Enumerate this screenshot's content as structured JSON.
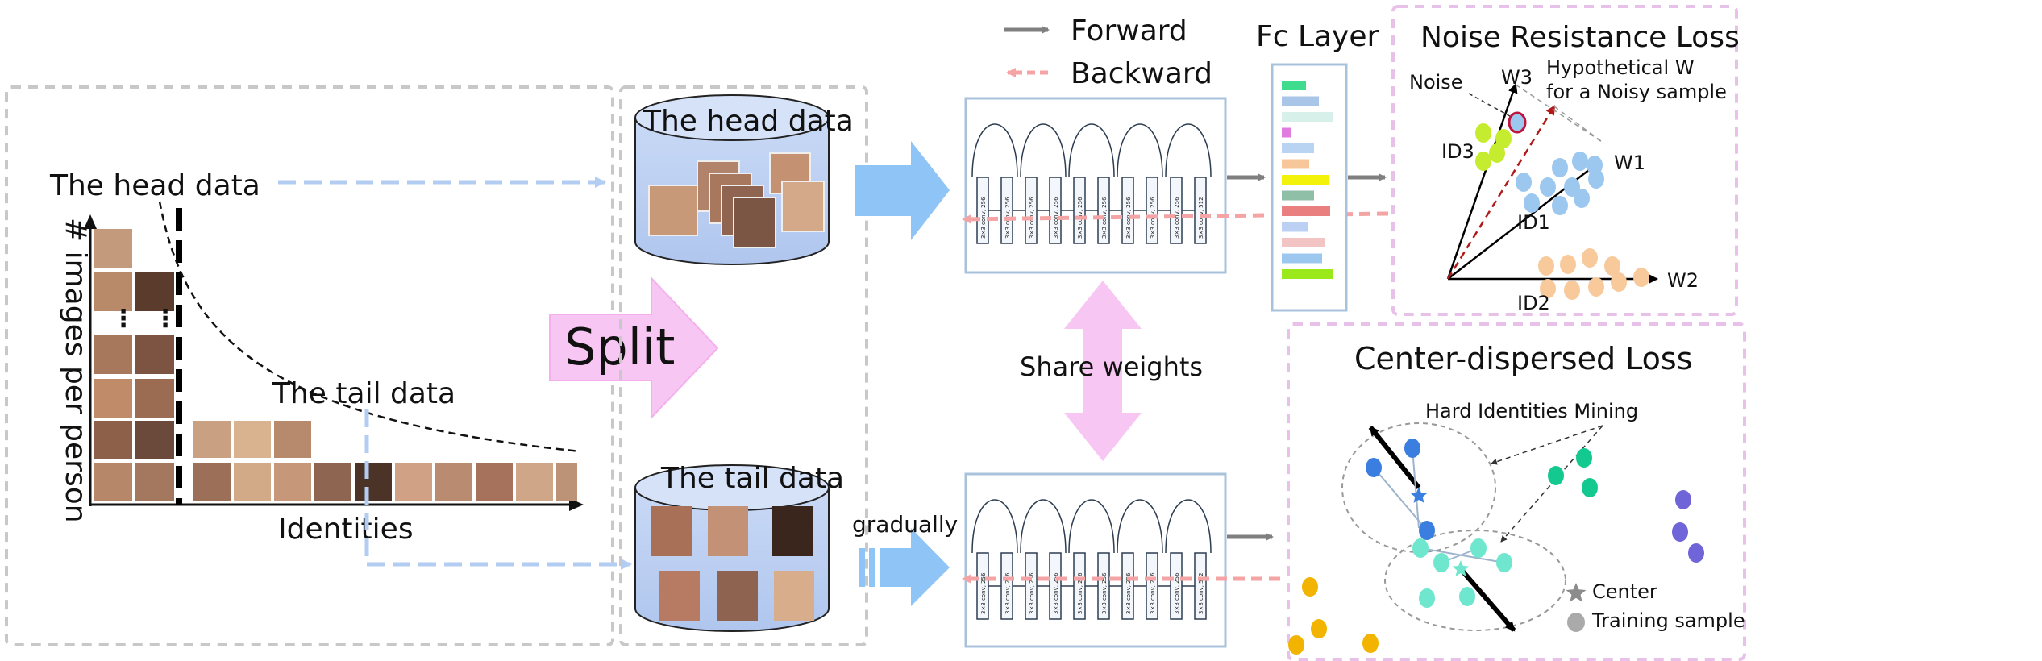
{
  "legend": {
    "forward": "Forward",
    "backward": "Backward"
  },
  "fc_layer": {
    "title": "Fc Layer"
  },
  "long_tail": {
    "head_label": "The head data",
    "tail_label": "The tail data",
    "y_axis": "# images per person",
    "x_axis": "Identities"
  },
  "split_label": "Split",
  "head_db": {
    "label": "The head data"
  },
  "tail_db": {
    "label": "The tail data"
  },
  "gradually": "gradually",
  "share_weights": "Share weights",
  "conv_block_label": "3×3 conv, 256",
  "conv_block_last_label": "3×3 conv, 512",
  "noise_panel": {
    "title": "Noise Resistance Loss",
    "noise": "Noise",
    "w3": "W3",
    "hypothetical_line1": "Hypothetical W",
    "hypothetical_line2": "for a Noisy sample",
    "id3": "ID3",
    "id1": "ID1",
    "w1": "W1",
    "id2": "ID2",
    "w2": "W2",
    "colors": {
      "id1": "#9cc7ef",
      "id2": "#f8c99b",
      "id3": "#c6ec2f",
      "noise_ring": "#c0143c"
    }
  },
  "center_panel": {
    "title": "Center-dispersed Loss",
    "hard_mining": "Hard Identities Mining",
    "center": "Center",
    "training_sample": "Training sample",
    "colors": {
      "blue": "#3a7fe0",
      "teal": "#6fe7cf",
      "green": "#14c98f",
      "purple": "#7064d9",
      "yellow": "#f2b400"
    }
  }
}
